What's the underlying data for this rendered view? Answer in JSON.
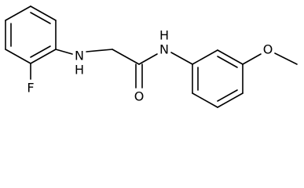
{
  "molecule": {
    "atoms": {
      "fluorine": "F",
      "amine_nitrogen": "N",
      "amine_hydrogen": "H",
      "carbonyl_oxygen": "O",
      "amide_nitrogen": "N",
      "amide_hydrogen": "H",
      "ether_oxygen": "O"
    }
  },
  "colors": {
    "bond": "#000000",
    "label": "#000000",
    "background": "#ffffff"
  }
}
